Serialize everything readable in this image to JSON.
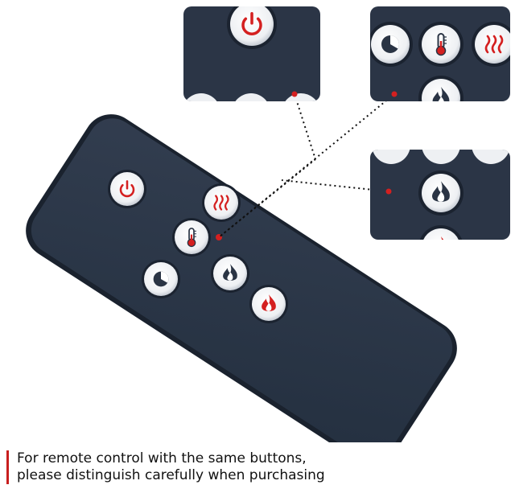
{
  "caption": {
    "line1": "For remote control with the same buttons,",
    "line2": "please distinguish carefully when purchasing"
  },
  "colors": {
    "remote_body": "#2a3444",
    "remote_edge": "#1a222e",
    "inset_bg": "#2b3546",
    "button_face": "#f4f5f7",
    "accent_red": "#d42020",
    "caption_bar": "#c81e1e"
  },
  "remote_buttons": [
    {
      "id": "power",
      "icon": "power-icon"
    },
    {
      "id": "heat",
      "icon": "heat-waves-icon"
    },
    {
      "id": "thermostat",
      "icon": "thermometer-icon"
    },
    {
      "id": "timer",
      "icon": "timer-icon"
    },
    {
      "id": "flame",
      "icon": "flame-icon"
    },
    {
      "id": "flame-color",
      "icon": "flame-red-icon"
    }
  ],
  "insets": [
    {
      "id": "inset-power",
      "shows": [
        "power-icon"
      ]
    },
    {
      "id": "inset-thermostat",
      "shows": [
        "timer-icon",
        "thermometer-icon",
        "heat-waves-icon",
        "flame-icon"
      ]
    },
    {
      "id": "inset-flame",
      "shows": [
        "flame-icon"
      ]
    }
  ]
}
